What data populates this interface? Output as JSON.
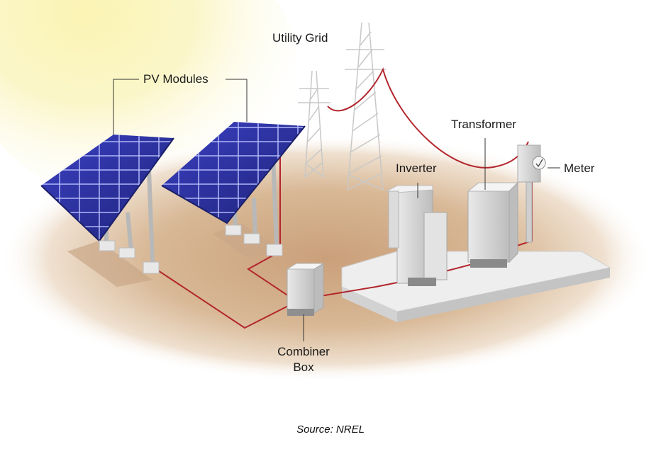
{
  "labels": {
    "utility_grid": "Utility Grid",
    "pv_modules": "PV Modules",
    "transformer": "Transformer",
    "inverter": "Inverter",
    "meter": "Meter",
    "combiner_box_line1": "Combiner",
    "combiner_box_line2": "Box"
  },
  "caption": "Source: NREL",
  "colors": {
    "wire": "#b3262d",
    "panel": "#2a2f9c",
    "ground": "#d9b08a",
    "sun_glow": "#f6ed9a"
  }
}
